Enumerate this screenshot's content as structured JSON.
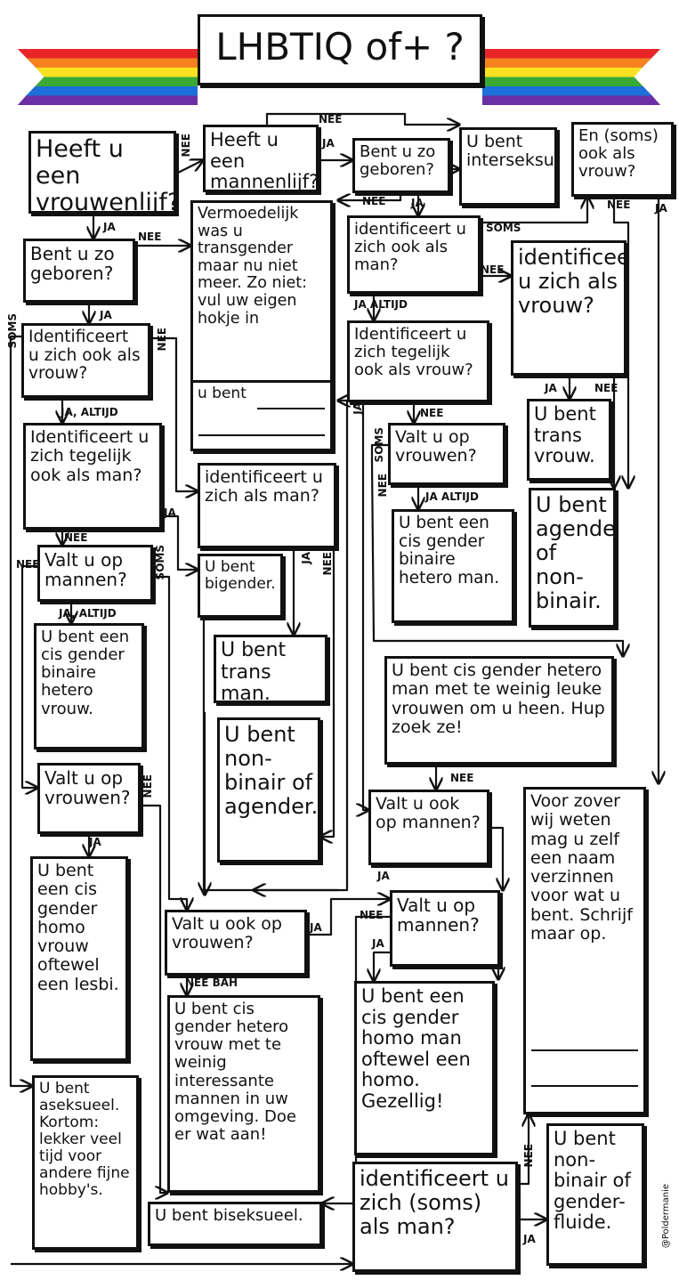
{
  "title": "LHBTIQ of+ ?",
  "credit": "@Poldermanie",
  "flag_colors": [
    "#e8262a",
    "#f5821f",
    "#fbe122",
    "#3aa935",
    "#1c6fd8",
    "#6b2fa5"
  ],
  "nodes": {
    "vrouwenlijf": "Heeft u een vrouwenlijf?",
    "mannenlijf": "Heeft u een mannenlijf?",
    "zo_geboren_top": "Bent u zo geboren?",
    "interseksueel": "U bent interseksueel",
    "soms_vrouw": "En (soms) ook als vrouw?",
    "zo_geboren_left": "Bent u zo geboren?",
    "vermoedelijk": "Vermoedelijk was u transgender maar nu niet meer. Zo niet: vul uw eigen hokje in",
    "ook_man_mid": "identificeert u zich ook als man?",
    "als_vrouw_right": "identificeert u zich als vrouw?",
    "ook_vrouw_left": "Identificeert u zich ook als vrouw?",
    "u_bent_blank": "u bent",
    "tegelijk_vrouw": "Identificeert u zich tegelijk ook als vrouw?",
    "trans_vrouw": "U bent trans vrouw.",
    "tegelijk_man": "Identificeert u zich tegelijk ook als man?",
    "als_man_center": "identificeert u zich als man?",
    "valt_vrouwen_mid": "Valt u op vrouwen?",
    "agender_right": "U bent agender of non-binair.",
    "valt_mannen_left": "Valt u op mannen?",
    "bigender": "U bent bigender.",
    "cis_hetero_man": "U bent een cis gender binaire hetero man.",
    "cis_hetero_vrouw": "U bent een cis gender binaire hetero vrouw.",
    "trans_man": "U bent trans man.",
    "cis_man_weinig": "U bent cis gender hetero man met te weinig leuke vrouwen om u heen. Hup zoek ze!",
    "nonbinair_agender": "U bent non-binair of agender.",
    "valt_vrouwen_left": "Valt u op vrouwen?",
    "valt_ook_mannen": "Valt u ook op mannen?",
    "zelf_naam": "Voor zover wij weten mag u zelf een naam verzinnen voor wat u bent. Schrijf maar op.",
    "lesbi": "U bent een cis gender homo vrouw oftewel een lesbi.",
    "valt_ook_vrouwen": "Valt u ook op vrouwen?",
    "valt_mannen_right": "Valt u op mannen?",
    "cis_vrouw_weinig": "U bent cis gender hetero vrouw met te weinig interessante mannen in uw omgeving. Doe er wat aan!",
    "homo": "U bent een cis gender homo man oftewel een homo. Gezellig!",
    "aseksueel": "U bent aseksueel. Kortom: lekker veel tijd voor andere fijne hobby's.",
    "biseksueel": "U bent biseksueel.",
    "soms_man": "identificeert u zich (soms) als man?",
    "genderfluide": "U bent non-binair of gender-fluide."
  },
  "labels": {
    "ja": "JA",
    "nee": "NEE",
    "soms": "SOMS",
    "ja_altijd": "JA ALTIJD",
    "ja_comma_altijd": "JA, ALTIJD",
    "nee_bah": "NEE BAH"
  }
}
